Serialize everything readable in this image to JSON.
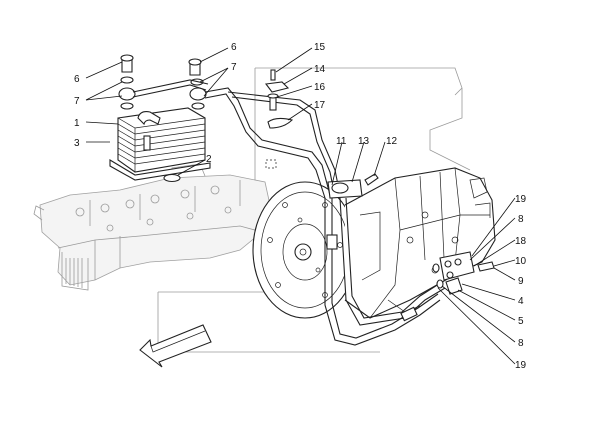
{
  "diagram": {
    "callouts": [
      {
        "id": "c1",
        "label": "1"
      },
      {
        "id": "c2",
        "label": "2"
      },
      {
        "id": "c3",
        "label": "3"
      },
      {
        "id": "c4",
        "label": "4"
      },
      {
        "id": "c5",
        "label": "5"
      },
      {
        "id": "c6a",
        "label": "6"
      },
      {
        "id": "c6b",
        "label": "6"
      },
      {
        "id": "c7a",
        "label": "7"
      },
      {
        "id": "c7b",
        "label": "7"
      },
      {
        "id": "c8a",
        "label": "8"
      },
      {
        "id": "c8b",
        "label": "8"
      },
      {
        "id": "c9",
        "label": "9"
      },
      {
        "id": "c10",
        "label": "10"
      },
      {
        "id": "c11",
        "label": "11"
      },
      {
        "id": "c12",
        "label": "12"
      },
      {
        "id": "c13",
        "label": "13"
      },
      {
        "id": "c14",
        "label": "14"
      },
      {
        "id": "c15",
        "label": "15"
      },
      {
        "id": "c16",
        "label": "16"
      },
      {
        "id": "c17",
        "label": "17"
      },
      {
        "id": "c18",
        "label": "18"
      },
      {
        "id": "c19a",
        "label": "19"
      },
      {
        "id": "c19b",
        "label": "19"
      }
    ],
    "colors": {
      "line": "#222222",
      "ghost": "#9a9a9a",
      "background": "#ffffff"
    }
  }
}
